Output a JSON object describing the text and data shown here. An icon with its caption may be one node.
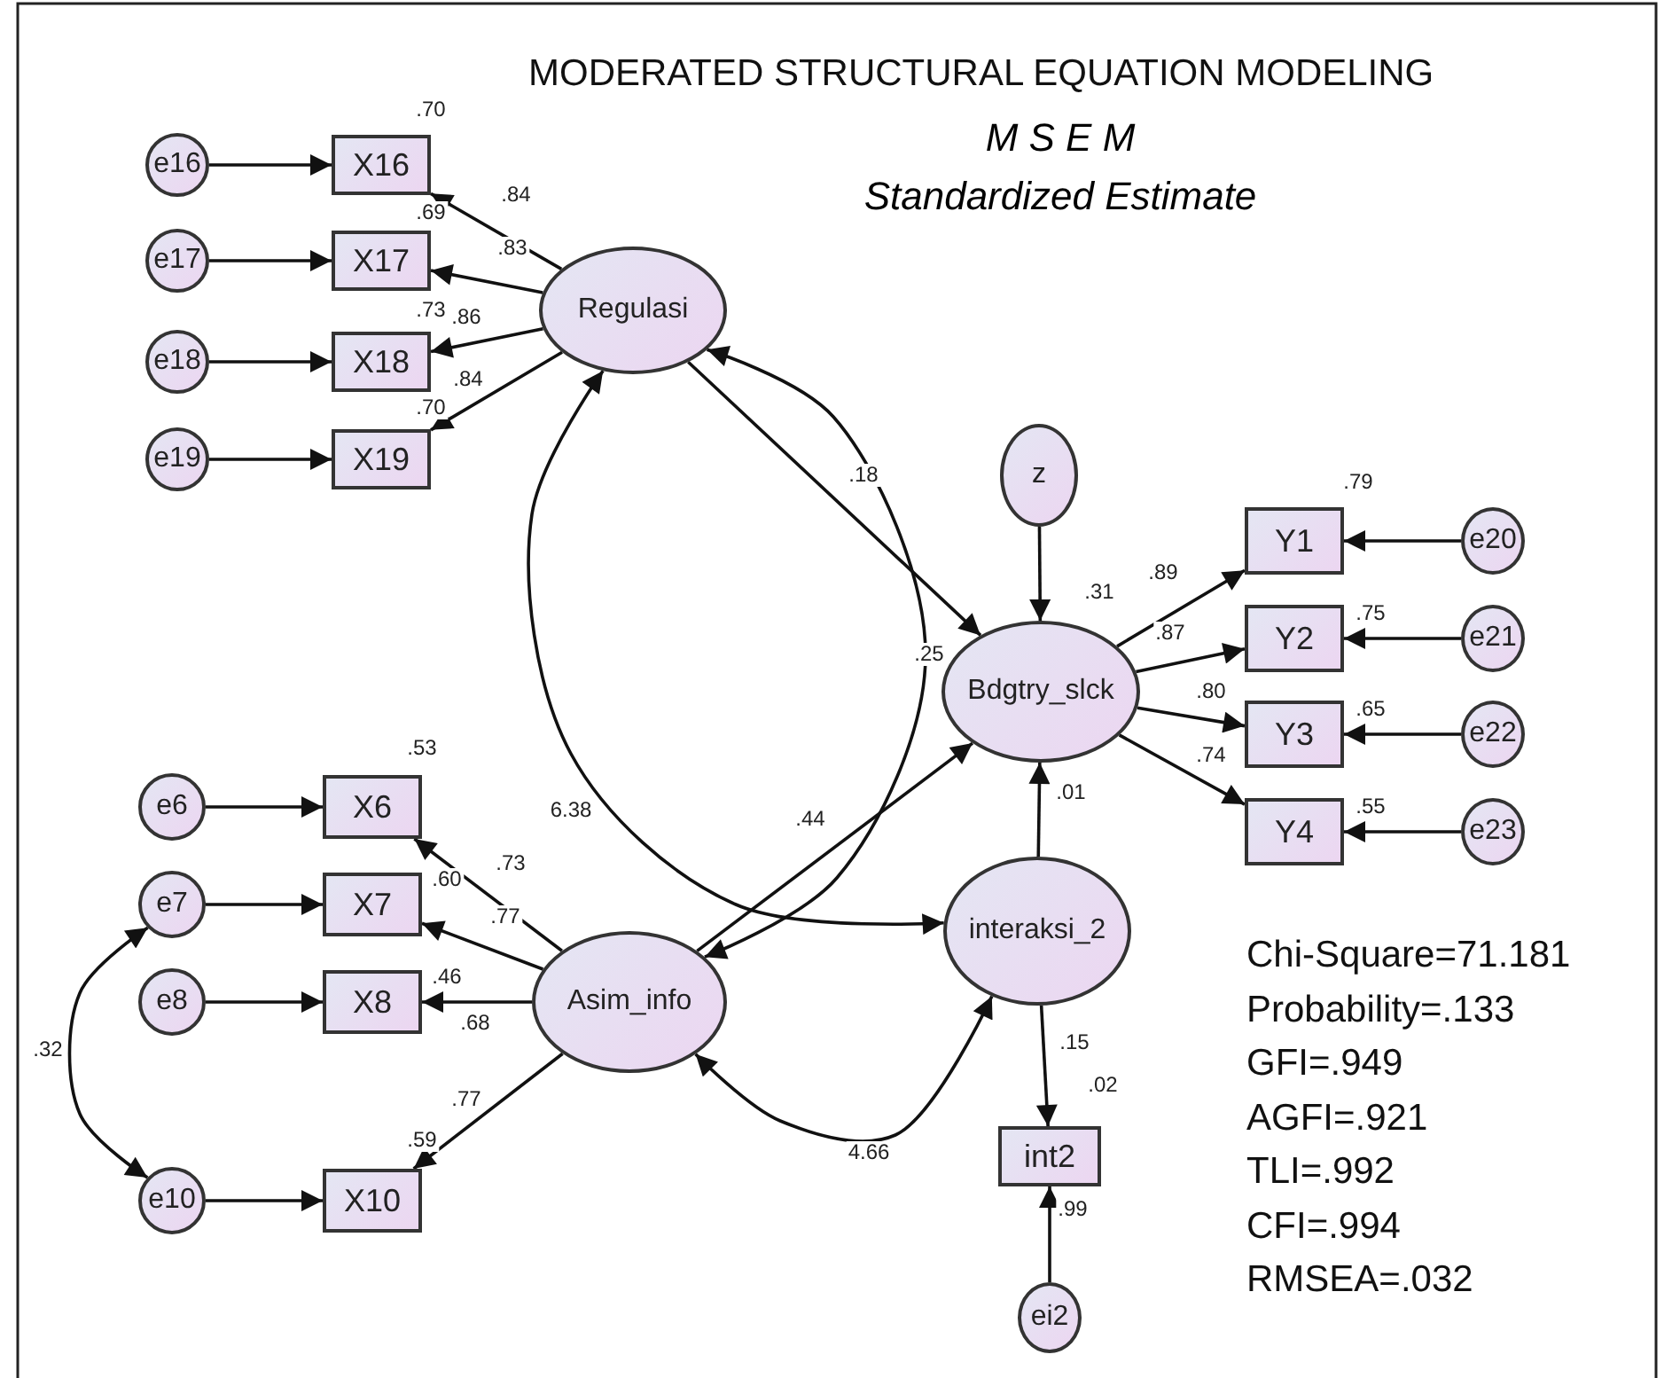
{
  "diagram": {
    "title": "MODERATED STRUCTURAL EQUATION MODELING",
    "nodes": [
      {
        "text": [
          "e16"
        ]
      },
      {
        "text": [
          "X16"
        ],
        "beside": [
          ".70"
        ]
      },
      {
        "text": [
          "e17"
        ]
      },
      {
        "text": [
          "X17"
        ],
        "beside": [
          ".69"
        ]
      },
      {
        "text": [
          "Regulasi"
        ]
      },
      {
        "text": [
          "e18"
        ]
      },
      {
        "text": [
          "X18"
        ],
        "beside": [
          ".73"
        ]
      },
      {
        "text": [
          "e19"
        ]
      },
      {
        "text": [
          "X19"
        ],
        "beside": [
          ".70"
        ]
      },
      {
        "text": [
          "z"
        ]
      },
      {
        "text": [
          "Y1"
        ],
        "beside": [
          ".79"
        ]
      },
      {
        "text": [
          "e20"
        ]
      },
      {
        "text": [
          "Y2"
        ],
        "beside": [
          ".75"
        ]
      },
      {
        "text": [
          "e21"
        ]
      },
      {
        "text": [
          "Bdgtry_slck"
        ],
        "beside": [
          ".31"
        ]
      },
      {
        "text": [
          "Y3"
        ],
        "beside": [
          ".65"
        ]
      },
      {
        "text": [
          "e22"
        ]
      },
      {
        "text": [
          "Y4"
        ],
        "beside": [
          ".55"
        ]
      },
      {
        "text": [
          "e23"
        ]
      },
      {
        "text": [
          "e6"
        ]
      },
      {
        "text": [
          "X6"
        ],
        "beside": [
          ".53"
        ]
      },
      {
        "text": [
          "e7"
        ]
      },
      {
        "text": [
          "X7"
        ],
        "beside": [
          ".60"
        ]
      },
      {
        "text": [
          "interaksi_2"
        ]
      },
      {
        "text": [
          "e8"
        ]
      },
      {
        "text": [
          "X8"
        ],
        "beside": [
          ".46"
        ]
      },
      {
        "text": [
          "Asim_info"
        ]
      },
      {
        "text": [
          "e10"
        ]
      },
      {
        "text": [
          "X10"
        ],
        "beside": [
          ".59"
        ]
      },
      {
        "text": [
          "int2"
        ],
        "beside": [
          ".02"
        ]
      },
      {
        "text": [
          "ei2"
        ]
      }
    ],
    "edges": [
      {
        "from": 0,
        "to": 1,
        "arrow": "to"
      },
      {
        "from": 4,
        "to": 1,
        "arrow": "to",
        "label": ".84"
      },
      {
        "from": 2,
        "to": 3,
        "arrow": "to"
      },
      {
        "from": 4,
        "to": 3,
        "arrow": "to",
        "label": ".83"
      },
      {
        "from": 5,
        "to": 6,
        "arrow": "to"
      },
      {
        "from": 4,
        "to": 6,
        "arrow": "to",
        "label": ".86"
      },
      {
        "from": 7,
        "to": 8,
        "arrow": "to"
      },
      {
        "from": 4,
        "to": 8,
        "arrow": "to",
        "label": ".84"
      },
      {
        "from": 4,
        "to": 14,
        "arrow": "to",
        "label": ".18"
      },
      {
        "from": 4,
        "to": 26,
        "arrow": "both",
        "label": ".25"
      },
      {
        "from": 4,
        "to": 23,
        "arrow": "both",
        "label": "6.38"
      },
      {
        "from": 9,
        "to": 14,
        "arrow": "to"
      },
      {
        "from": 14,
        "to": 10,
        "arrow": "to",
        "label": ".89"
      },
      {
        "from": 11,
        "to": 10,
        "arrow": "to"
      },
      {
        "from": 14,
        "to": 12,
        "arrow": "to",
        "label": ".87"
      },
      {
        "from": 13,
        "to": 12,
        "arrow": "to"
      },
      {
        "from": 14,
        "to": 15,
        "arrow": "to",
        "label": ".80"
      },
      {
        "from": 16,
        "to": 15,
        "arrow": "to"
      },
      {
        "from": 14,
        "to": 17,
        "arrow": "to",
        "label": ".74"
      },
      {
        "from": 18,
        "to": 17,
        "arrow": "to"
      },
      {
        "from": 19,
        "to": 20,
        "arrow": "to"
      },
      {
        "from": 26,
        "to": 20,
        "arrow": "to",
        "label": ".73"
      },
      {
        "from": 21,
        "to": 22,
        "arrow": "to"
      },
      {
        "from": 26,
        "to": 22,
        "arrow": "to",
        "label": ".77"
      },
      {
        "from": 24,
        "to": 25,
        "arrow": "to"
      },
      {
        "from": 26,
        "to": 25,
        "arrow": "to",
        "label": ".68"
      },
      {
        "from": 27,
        "to": 28,
        "arrow": "to"
      },
      {
        "from": 26,
        "to": 28,
        "arrow": "to",
        "label": ".77"
      },
      {
        "from": 21,
        "to": 27,
        "arrow": "both",
        "label": ".32"
      },
      {
        "from": 26,
        "to": 14,
        "arrow": "to",
        "label": ".44"
      },
      {
        "from": 23,
        "to": 14,
        "arrow": "to",
        "label": ".01"
      },
      {
        "from": 26,
        "to": 23,
        "arrow": "both",
        "label": "4.66"
      },
      {
        "from": 23,
        "to": 29,
        "arrow": "to",
        "label": ".15"
      },
      {
        "from": 30,
        "to": 29,
        "arrow": "to",
        "label": ".99"
      }
    ],
    "labels": [
      "M S E M",
      "Standardized Estimate",
      "Chi-Square=71.181",
      "Probability=.133",
      "GFI=.949",
      "AGFI=.921",
      "TLI=.992",
      "CFI=.994",
      "RMSEA=.032"
    ]
  }
}
